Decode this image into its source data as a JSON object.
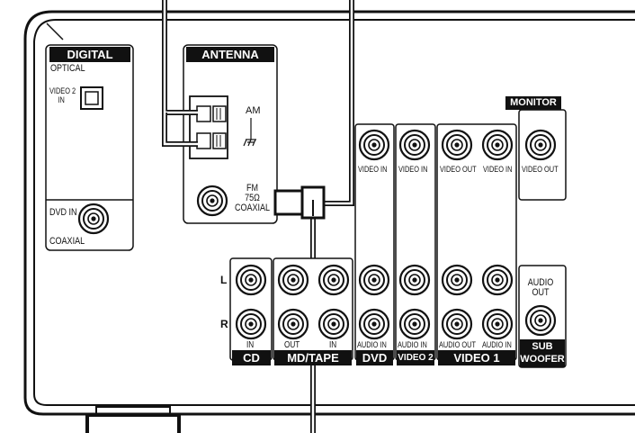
{
  "digital": {
    "header": "DIGITAL",
    "optical_label": "OPTICAL",
    "video2_label": "VIDEO 2",
    "video2_in": "IN",
    "dvd_in_label": "DVD IN",
    "coaxial_label": "COAXIAL"
  },
  "antenna": {
    "header": "ANTENNA",
    "am_label": "AM",
    "fm_label": "FM",
    "ohm_label": "75Ω",
    "fm_coaxial_label": "COAXIAL"
  },
  "monitor": {
    "header": "MONITOR",
    "video_out": "VIDEO OUT"
  },
  "video_row": {
    "dvd_video_in": "VIDEO IN",
    "video2_video_in": "VIDEO IN",
    "video1_video_out": "VIDEO OUT",
    "video1_video_in": "VIDEO IN"
  },
  "audio_row": {
    "l_label": "L",
    "r_label": "R",
    "cd_in": "IN",
    "md_out": "OUT",
    "md_in": "IN",
    "dvd_audio_in": "AUDIO IN",
    "video2_audio_in": "AUDIO IN",
    "video1_audio_out": "AUDIO OUT",
    "video1_audio_in": "AUDIO IN",
    "audio_out_line1": "AUDIO",
    "audio_out_line2": "OUT"
  },
  "sections": {
    "cd": "CD",
    "md_tape": "MD/TAPE",
    "dvd": "DVD",
    "video2": "VIDEO 2",
    "video1": "VIDEO 1",
    "sub_line1": "SUB",
    "sub_line2": "WOOFER"
  }
}
